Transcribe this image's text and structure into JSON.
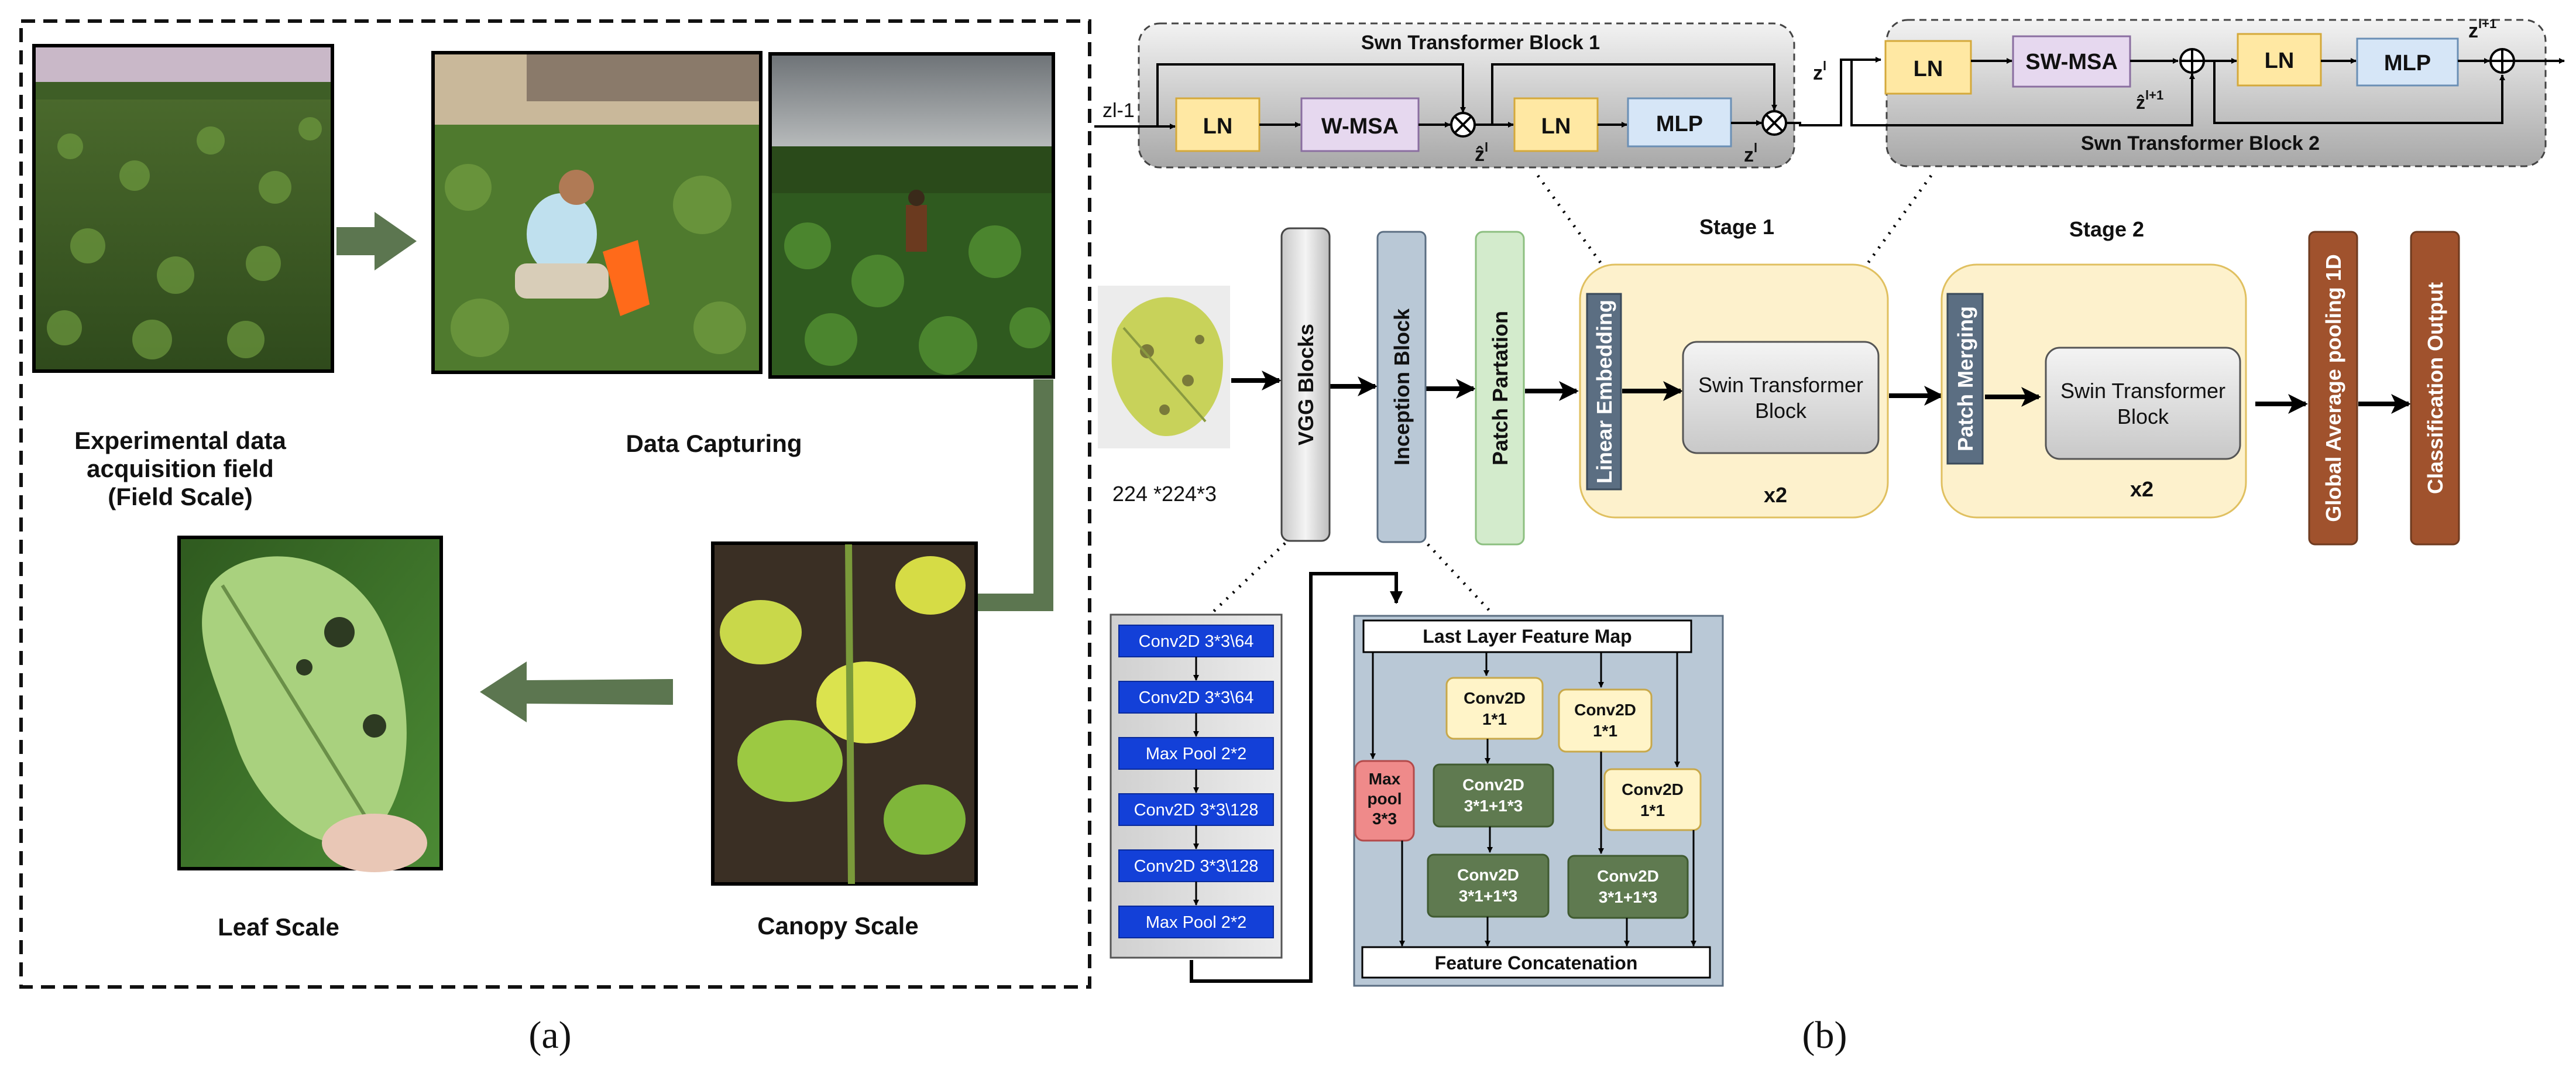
{
  "panel_a": {
    "labels": {
      "field_l1": "Experimental data",
      "field_l2": "acquisition field",
      "field_l3": "(Field Scale)",
      "data_capturing": "Data Capturing",
      "leaf_scale": "Leaf Scale",
      "canopy_scale": "Canopy Scale"
    },
    "caption": "(a)"
  },
  "panel_b": {
    "caption": "(b)",
    "block1": {
      "title": "Swn Transformer Block 1",
      "input": "zl-1",
      "ln1": "LN",
      "wmsa": "W-MSA",
      "zhat": "ẑ",
      "zhat_sup": "l",
      "ln2": "LN",
      "mlp": "MLP",
      "zout": "z",
      "zout_sup": "l"
    },
    "block2": {
      "title": "Swn Transformer Block 2",
      "zin": "z",
      "zin_sup": "l",
      "ln1": "LN",
      "swmsa": "SW-MSA",
      "zhat": "ẑ",
      "zhat_sup": "l+1",
      "ln2": "LN",
      "mlp": "MLP",
      "zout": "z",
      "zout_sup": "l+1"
    },
    "pipeline": {
      "input_size": "224 *224*3",
      "vgg": "VGG Blocks",
      "inception": "Inception Block",
      "patch_partation": "Patch Partation",
      "stage1_title": "Stage 1",
      "linear_embedding": "Linear Embedding",
      "swin_l1": "Swin Transformer",
      "swin_l2": "Block",
      "x2_stage1": "x2",
      "stage2_title": "Stage 2",
      "patch_merging": "Patch Merging",
      "x2_stage2": "x2",
      "gap": "Global Average pooling 1D",
      "classification": "Classification Output"
    },
    "vgg_detail": [
      "Conv2D 3*3\\64",
      "Conv2D 3*3\\64",
      "Max Pool 2*2",
      "Conv2D 3*3\\128",
      "Conv2D 3*3\\128",
      "Max Pool 2*2"
    ],
    "inception_detail": {
      "top": "Last Layer Feature Map",
      "conv1a_l1": "Conv2D",
      "conv1a_l2": "1*1",
      "conv1b_l1": "Conv2D",
      "conv1b_l2": "1*1",
      "conv1c_l1": "Conv2D",
      "conv1c_l2": "1*1",
      "maxpool_l1": "Max",
      "maxpool_l2": "pool",
      "maxpool_l3": "3*3",
      "conv3a_l1": "Conv2D",
      "conv3a_l2": "3*1+1*3",
      "conv3b_l1": "Conv2D",
      "conv3b_l2": "3*1+1*3",
      "conv3c_l1": "Conv2D",
      "conv3c_l2": "3*1+1*3",
      "concat": "Feature Concatenation"
    }
  },
  "colors": {
    "ln": "#ffe8a3",
    "msa": "#e6d8ef",
    "mlp": "#d6e6f7",
    "stage": "#fdf1cc",
    "swin": "#e0e0e0",
    "dark_blue": "#5b6e82",
    "brown": "#a0522d",
    "vgg_conv": "#1340d8",
    "green_conv": "#5f7a50",
    "olive_arrow": "#5c7650"
  }
}
